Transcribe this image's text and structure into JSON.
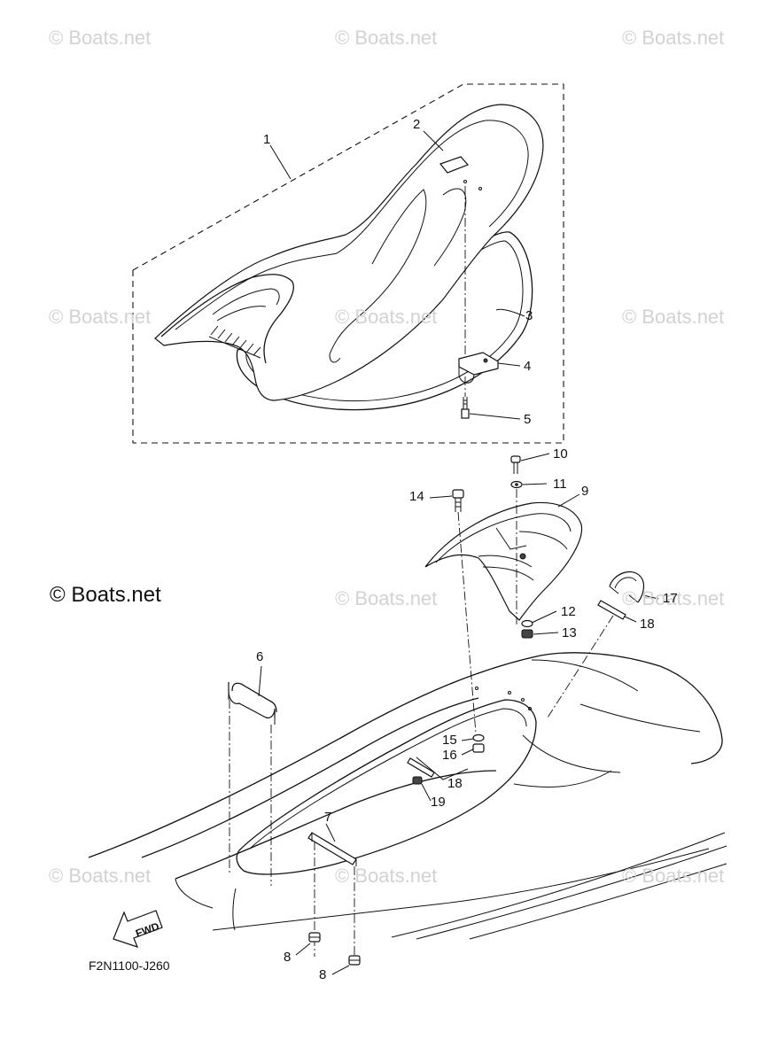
{
  "watermark": "© Boats.net",
  "brand_label": "© Boats.net",
  "diagram_code": "F2N1100-J260",
  "fwd_label": "FWD",
  "callouts": [
    "1",
    "2",
    "3",
    "4",
    "5",
    "6",
    "7",
    "8",
    "8",
    "9",
    "10",
    "11",
    "12",
    "13",
    "14",
    "15",
    "16",
    "17",
    "18",
    "18",
    "19"
  ]
}
